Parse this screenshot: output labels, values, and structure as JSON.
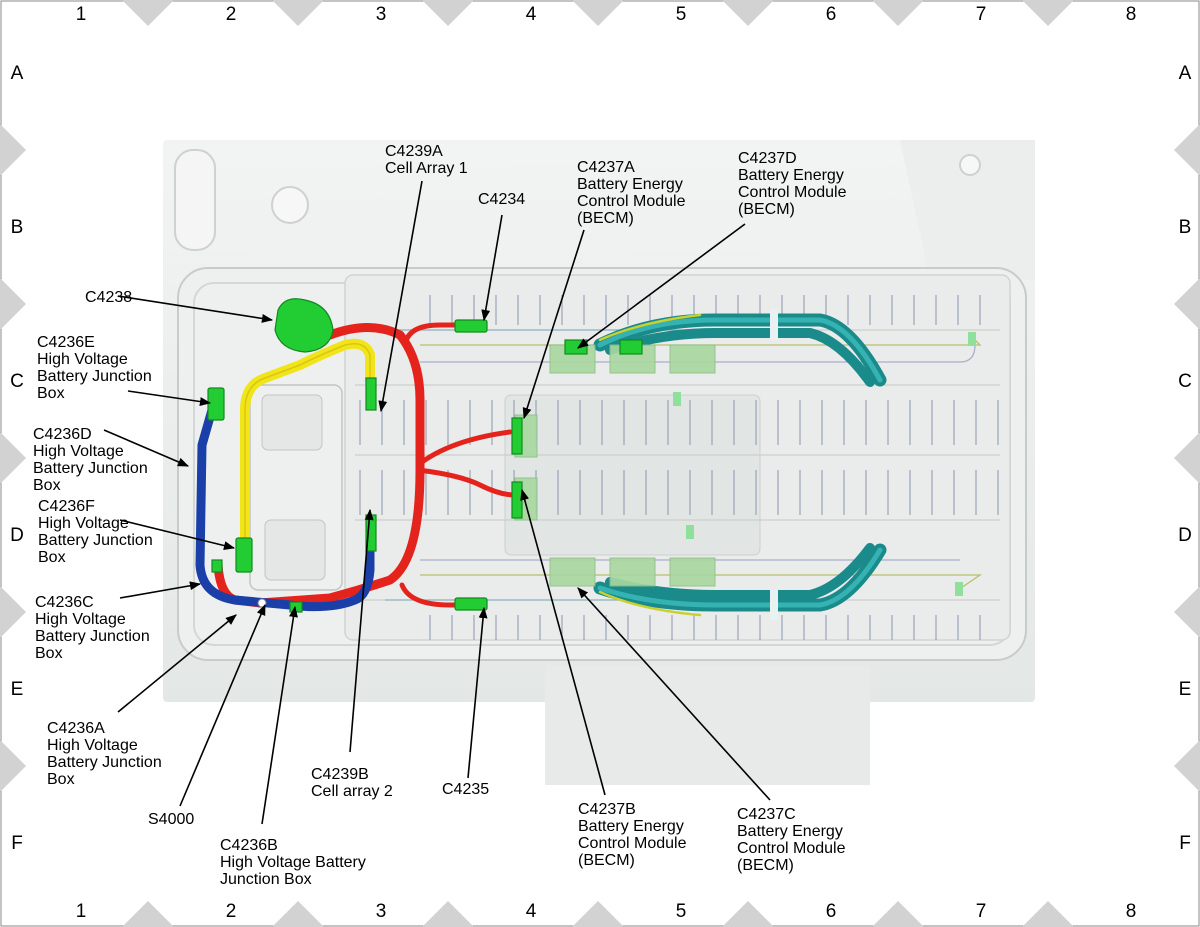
{
  "grid": {
    "columns": [
      "1",
      "2",
      "3",
      "4",
      "5",
      "6",
      "7",
      "8"
    ],
    "rows": [
      "A",
      "B",
      "C",
      "D",
      "E",
      "F"
    ]
  },
  "colors": {
    "red_harness": "#e4231c",
    "yellow_harness": "#f2e41a",
    "blue_harness": "#1b3fa8",
    "teal_harness": "#1a8a8a",
    "connector_green": "#22cc33",
    "becm_module": "#a8d8a0"
  },
  "labels": {
    "c4239a": [
      "C4239A",
      "Cell Array 1"
    ],
    "c4234": [
      "C4234"
    ],
    "c4237a": [
      "C4237A",
      "Battery Energy",
      "Control Module",
      "(BECM)"
    ],
    "c4237d": [
      "C4237D",
      "Battery Energy",
      "Control Module",
      "(BECM)"
    ],
    "c4238": [
      "C4238"
    ],
    "c4236e": [
      "C4236E",
      "High Voltage",
      "Battery Junction",
      "Box"
    ],
    "c4236d": [
      "C4236D",
      "High Voltage",
      "Battery Junction",
      "Box"
    ],
    "c4236f": [
      "C4236F",
      "High Voltage",
      "Battery Junction",
      "Box"
    ],
    "c4236c": [
      "C4236C",
      "High Voltage",
      "Battery Junction",
      "Box"
    ],
    "c4236a": [
      "C4236A",
      "High Voltage",
      "Battery Junction",
      "Box"
    ],
    "s4000": [
      "S4000"
    ],
    "c4236b": [
      "C4236B",
      "High Voltage Battery",
      "Junction Box"
    ],
    "c4239b": [
      "C4239B",
      "Cell array 2"
    ],
    "c4235": [
      "C4235"
    ],
    "c4237b": [
      "C4237B",
      "Battery Energy",
      "Control Module",
      "(BECM)"
    ],
    "c4237c": [
      "C4237C",
      "Battery Energy",
      "Control Module",
      "(BECM)"
    ]
  }
}
